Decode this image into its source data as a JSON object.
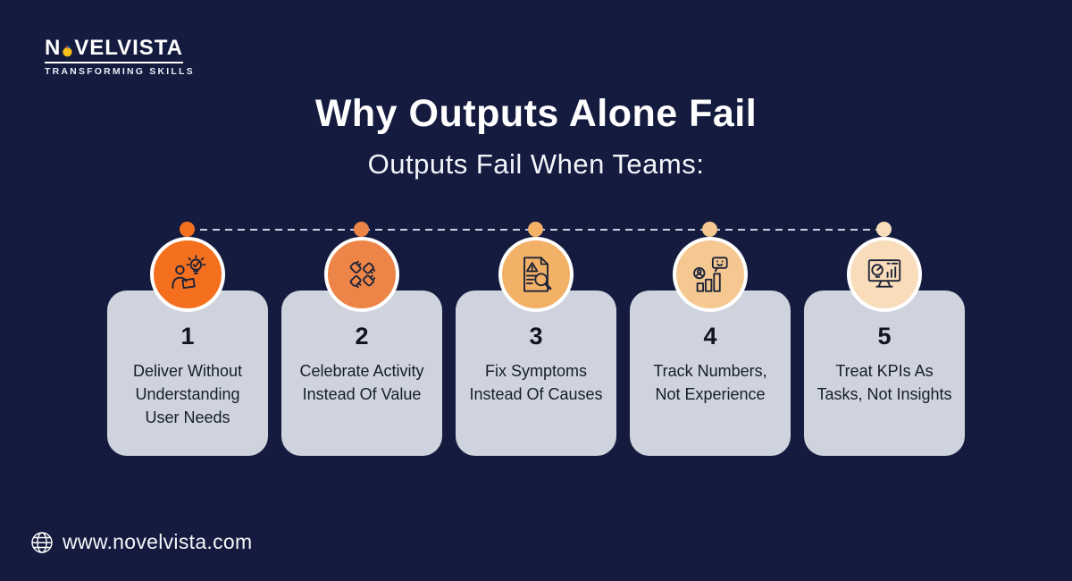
{
  "page": {
    "background_color": "#141b3e",
    "card_color": "#ced3dd",
    "dash_line_color": "#c9cfdf",
    "logo_gold_color": "#f6c21a"
  },
  "logo": {
    "name_first_letter": "N",
    "name_rest": "VELVISTA",
    "o_icon": "logo-o-globe-icon",
    "tagline": "TRANSFORMING SKILLS"
  },
  "header": {
    "title": "Why Outputs Alone Fail",
    "subtitle": "Outputs Fail When Teams:"
  },
  "timeline": {
    "items": [
      {
        "number": "1",
        "label": "Deliver Without Understanding User Needs",
        "icon": "user-research-laptop-bulb-icon",
        "color": "#f4701f"
      },
      {
        "number": "2",
        "label": "Celebrate Activity Instead Of Value",
        "icon": "team-fist-bump-icon",
        "color": "#ee8548"
      },
      {
        "number": "3",
        "label": "Fix Symptoms Instead Of Causes",
        "icon": "issue-report-magnifier-icon",
        "color": "#f2b167"
      },
      {
        "number": "4",
        "label": "Track Numbers, Not Experience",
        "icon": "metrics-feedback-chart-icon",
        "color": "#f6c891"
      },
      {
        "number": "5",
        "label": "Treat KPIs As Tasks, Not Insights",
        "icon": "dashboard-monitor-icon",
        "color": "#f9ddbb"
      }
    ]
  },
  "footer": {
    "icon": "globe-icon",
    "website": "www.novelvista.com"
  }
}
